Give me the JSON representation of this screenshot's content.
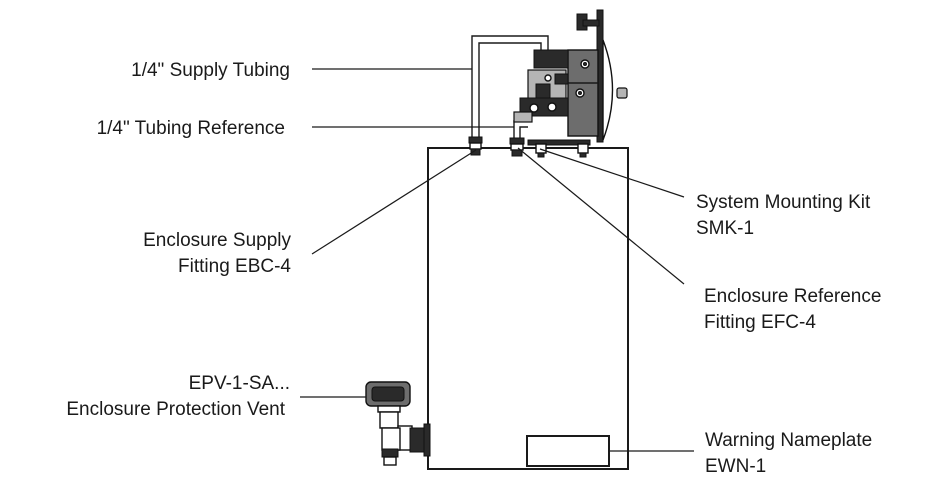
{
  "labels": {
    "supply_tubing": "1/4\" Supply Tubing",
    "tubing_reference": "1/4\" Tubing Reference",
    "enclosure_supply": [
      "Enclosure Supply",
      "Fitting EBC-4"
    ],
    "system_mounting_kit": [
      "System Mounting Kit",
      "SMK-1"
    ],
    "enclosure_reference": [
      "Enclosure Reference",
      "Fitting EFC-4"
    ],
    "protection_vent": [
      "EPV-1-SA...",
      "Enclosure Protection Vent"
    ],
    "warning_nameplate": [
      "Warning Nameplate",
      "EWN-1"
    ]
  }
}
